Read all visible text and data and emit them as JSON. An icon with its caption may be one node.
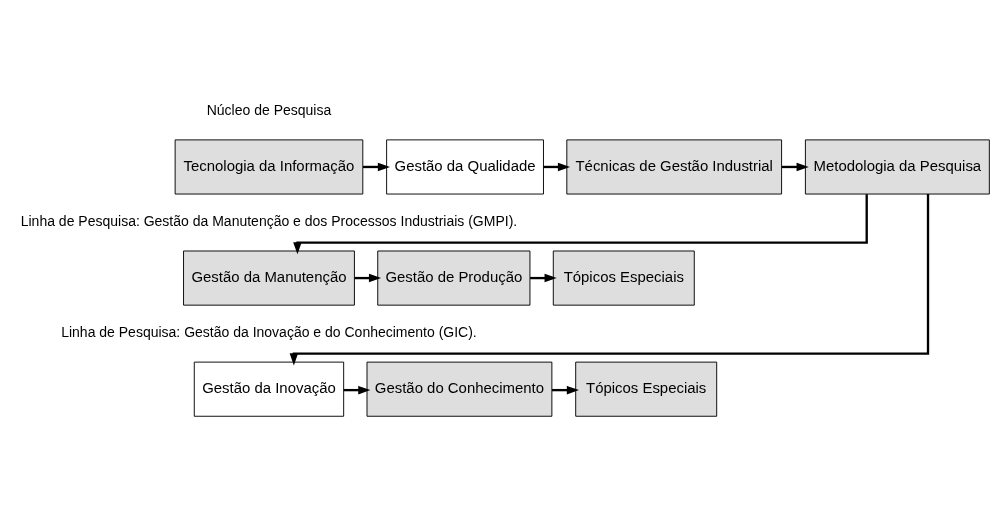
{
  "diagram": {
    "nodes": [
      {
        "text": [
          "Tecnologia da Informação"
        ]
      },
      {
        "text": [
          "Gestão da Qualidade"
        ]
      },
      {
        "text": [
          "Técnicas de Gestão Industrial"
        ]
      },
      {
        "text": [
          "Metodologia da Pesquisa"
        ]
      },
      {
        "text": [
          "Gestão da Manutenção"
        ]
      },
      {
        "text": [
          "Gestão de Produção"
        ]
      },
      {
        "text": [
          "Tópicos Especiais"
        ]
      },
      {
        "text": [
          "Gestão da Inovação"
        ]
      },
      {
        "text": [
          "Gestão do Conhecimento"
        ]
      },
      {
        "text": [
          "Tópicos Especiais"
        ]
      }
    ],
    "edges": [
      {
        "from": 0,
        "to": 1,
        "arrow": "to"
      },
      {
        "from": 1,
        "to": 2,
        "arrow": "to"
      },
      {
        "from": 2,
        "to": 3,
        "arrow": "to"
      },
      {
        "from": 3,
        "to": 4,
        "arrow": "to"
      },
      {
        "from": 3,
        "to": 7,
        "arrow": "to"
      },
      {
        "from": 4,
        "to": 5,
        "arrow": "to"
      },
      {
        "from": 5,
        "to": 6,
        "arrow": "to"
      },
      {
        "from": 7,
        "to": 8,
        "arrow": "to"
      },
      {
        "from": 8,
        "to": 9,
        "arrow": "to"
      }
    ],
    "labels": [
      "Núcleo de Pesquisa",
      "Linha de Pesquisa: Gestão da Manutenção e dos Processos Industriais (GMPI).",
      "Linha de Pesquisa: Gestão da Inovação e do Conhecimento (GIC)."
    ]
  }
}
